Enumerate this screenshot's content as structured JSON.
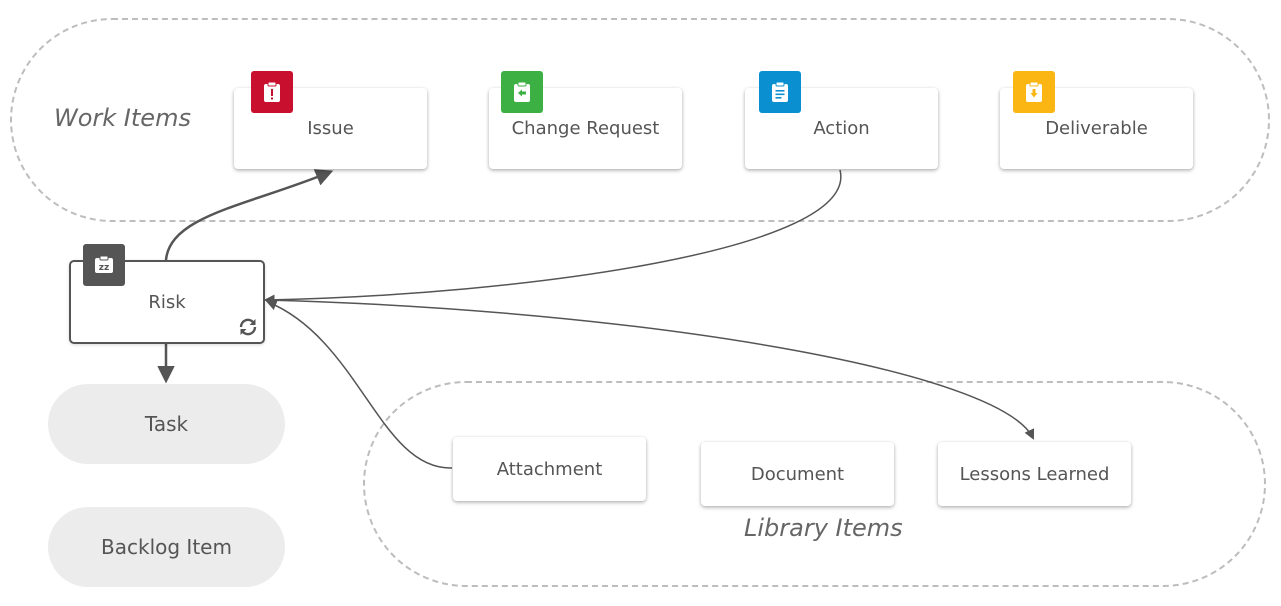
{
  "groups": {
    "work_items_label": "Work Items",
    "library_items_label": "Library Items"
  },
  "work_items": [
    {
      "label": "Issue",
      "icon": "clipboard-alert-icon",
      "color": "#c8102e"
    },
    {
      "label": "Change Request",
      "icon": "clipboard-arrow-left-icon",
      "color": "#3cb043"
    },
    {
      "label": "Action",
      "icon": "clipboard-text-icon",
      "color": "#0a8fd1"
    },
    {
      "label": "Deliverable",
      "icon": "clipboard-arrow-down-icon",
      "color": "#fbb614"
    }
  ],
  "risk": {
    "label": "Risk",
    "icon": "risk-icon",
    "color": "#555555",
    "cycle_icon": "refresh-icon"
  },
  "plan_items": [
    {
      "label": "Task"
    },
    {
      "label": "Backlog Item"
    }
  ],
  "library_items": [
    {
      "label": "Attachment"
    },
    {
      "label": "Document"
    },
    {
      "label": "Lessons Learned"
    }
  ],
  "colors": {
    "edge": "#555555",
    "dashed_border": "#bdbdbd",
    "pill_bg": "#ececec"
  }
}
